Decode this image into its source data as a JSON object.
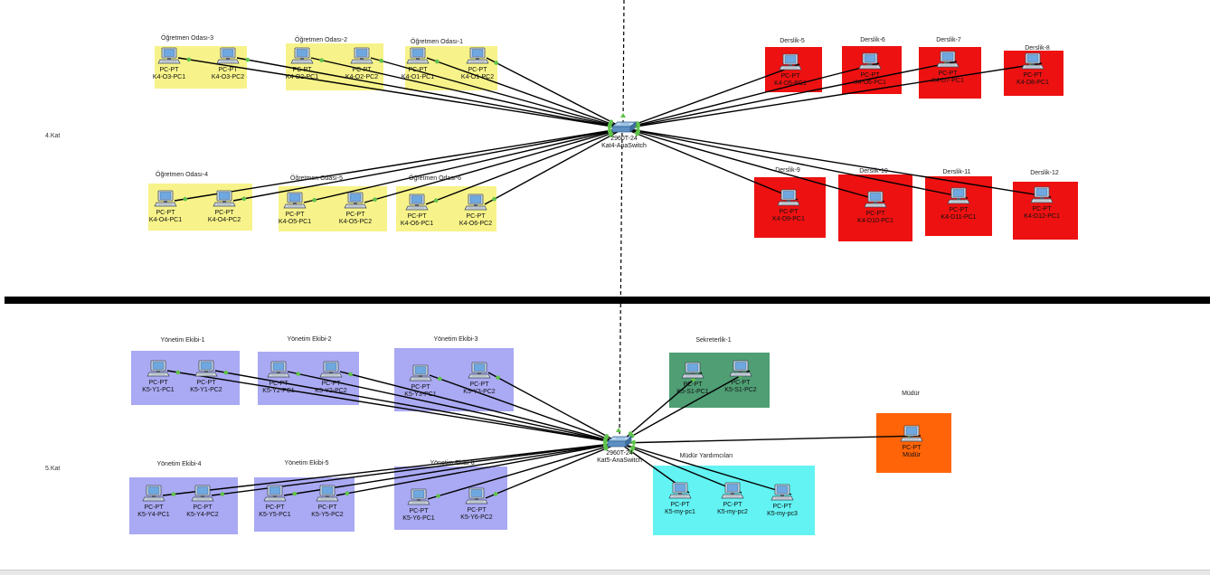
{
  "colors": {
    "yellow": "#f7f38a",
    "red": "#ee1111",
    "lavender": "#aaa9f3",
    "green": "#4f9e74",
    "cyan": "#63f3f3",
    "orange": "#ff6408",
    "link": "#000000",
    "link_end": "#5fc24a"
  },
  "floors": [
    {
      "label": "4.Kat"
    },
    {
      "label": "5.Kat"
    }
  ],
  "switches": [
    {
      "model": "2960T-24",
      "name": "Kat4-AnaSwitch",
      "icon": "switch-icon"
    },
    {
      "model": "2960T-24",
      "name": "Kat5-AnaSwitch",
      "icon": "switch-icon"
    }
  ],
  "zones": [
    {
      "title": "Öğretmen Odası-3",
      "color": "yellow",
      "floor": 0,
      "devices": [
        {
          "type": "PC-PT",
          "name": "K4-O3-PC1"
        },
        {
          "type": "PC-PT",
          "name": "K4-O3-PC2"
        }
      ]
    },
    {
      "title": "Öğretmen Odası-2",
      "color": "yellow",
      "floor": 0,
      "devices": [
        {
          "type": "PC-PT",
          "name": "K4-O2-PC1"
        },
        {
          "type": "PC-PT",
          "name": "K4-O2-PC2"
        }
      ]
    },
    {
      "title": "Öğretmen Odası-1",
      "color": "yellow",
      "floor": 0,
      "devices": [
        {
          "type": "PC-PT",
          "name": "K4-O1-PC1"
        },
        {
          "type": "PC-PT",
          "name": "K4-O1-PC2"
        }
      ]
    },
    {
      "title": "Öğretmen Odası-4",
      "color": "yellow",
      "floor": 0,
      "devices": [
        {
          "type": "PC-PT",
          "name": "K4-O4-PC1"
        },
        {
          "type": "PC-PT",
          "name": "K4-O4-PC2"
        }
      ]
    },
    {
      "title": "Öğretmen Odası-5",
      "color": "yellow",
      "floor": 0,
      "devices": [
        {
          "type": "PC-PT",
          "name": "K4-O5-PC1"
        },
        {
          "type": "PC-PT",
          "name": "K4-O5-PC2"
        }
      ]
    },
    {
      "title": "Öğretmen Odası-6",
      "color": "yellow",
      "floor": 0,
      "devices": [
        {
          "type": "PC-PT",
          "name": "K4-O6-PC1"
        },
        {
          "type": "PC-PT",
          "name": "K4-O6-PC2"
        }
      ]
    },
    {
      "title": "Derslik-5",
      "color": "red",
      "floor": 0,
      "devices": [
        {
          "type": "PC-PT",
          "name": "K4-D5-PC1"
        }
      ]
    },
    {
      "title": "Derslik-6",
      "color": "red",
      "floor": 0,
      "devices": [
        {
          "type": "PC-PT",
          "name": "K4-D6-PC1"
        }
      ]
    },
    {
      "title": "Derslik-7",
      "color": "red",
      "floor": 0,
      "devices": [
        {
          "type": "PC-PT",
          "name": "K4-D7-PC1"
        }
      ]
    },
    {
      "title": "Derslik-8",
      "color": "red",
      "floor": 0,
      "devices": [
        {
          "type": "PC-PT",
          "name": "K4-D8-PC1"
        }
      ]
    },
    {
      "title": "Derslik-9",
      "color": "red",
      "floor": 0,
      "devices": [
        {
          "type": "PC-PT",
          "name": "K4-D9-PC1"
        }
      ]
    },
    {
      "title": "Derslik-10",
      "color": "red",
      "floor": 0,
      "devices": [
        {
          "type": "PC-PT",
          "name": "K4-D10-PC1"
        }
      ]
    },
    {
      "title": "Derslik-11",
      "color": "red",
      "floor": 0,
      "devices": [
        {
          "type": "PC-PT",
          "name": "K4-D11-PC1"
        }
      ]
    },
    {
      "title": "Derslik-12",
      "color": "red",
      "floor": 0,
      "devices": [
        {
          "type": "PC-PT",
          "name": "K4-D12-PC1"
        }
      ]
    },
    {
      "title": "Yönetim Ekibi-1",
      "color": "lavender",
      "floor": 1,
      "devices": [
        {
          "type": "PC-PT",
          "name": "K5-Y1-PC1"
        },
        {
          "type": "PC-PT",
          "name": "K5-Y1-PC2"
        }
      ]
    },
    {
      "title": "Yönetim Ekibi-2",
      "color": "lavender",
      "floor": 1,
      "devices": [
        {
          "type": "PC-PT",
          "name": "K5-Y2-PC1"
        },
        {
          "type": "PC-PT",
          "name": "K5-Y2-PC2"
        }
      ]
    },
    {
      "title": "Yönetim Ekibi-3",
      "color": "lavender",
      "floor": 1,
      "devices": [
        {
          "type": "PC-PT",
          "name": "K5-Y3-PC1"
        },
        {
          "type": "PC-PT",
          "name": "K5-Y3-PC2"
        }
      ]
    },
    {
      "title": "Sekreterlik-1",
      "color": "green",
      "floor": 1,
      "devices": [
        {
          "type": "PC-PT",
          "name": "K5-S1-PC1"
        },
        {
          "type": "PC-PT",
          "name": "K5-S1-PC2"
        }
      ]
    },
    {
      "title": "Müdür",
      "color": "orange",
      "floor": 1,
      "devices": [
        {
          "type": "PC-PT",
          "name": "Müdür"
        }
      ]
    },
    {
      "title": "Yönetim Ekibi-4",
      "color": "lavender",
      "floor": 1,
      "devices": [
        {
          "type": "PC-PT",
          "name": "K5-Y4-PC1"
        },
        {
          "type": "PC-PT",
          "name": "K5-Y4-PC2"
        }
      ]
    },
    {
      "title": "Yönetim Ekibi-5",
      "color": "lavender",
      "floor": 1,
      "devices": [
        {
          "type": "PC-PT",
          "name": "K5-Y5-PC1"
        },
        {
          "type": "PC-PT",
          "name": "K5-Y5-PC2"
        }
      ]
    },
    {
      "title": "Yönetim Ekibi-6",
      "color": "lavender",
      "floor": 1,
      "devices": [
        {
          "type": "PC-PT",
          "name": "K5-Y6-PC1"
        },
        {
          "type": "PC-PT",
          "name": "K5-Y6-PC2"
        }
      ]
    },
    {
      "title": "Müdür Yardımcıları",
      "color": "cyan",
      "floor": 1,
      "devices": [
        {
          "type": "PC-PT",
          "name": "K5-my-pc1"
        },
        {
          "type": "PC-PT",
          "name": "K5-my-pc2"
        },
        {
          "type": "PC-PT",
          "name": "K5-my-pc3"
        }
      ]
    }
  ]
}
